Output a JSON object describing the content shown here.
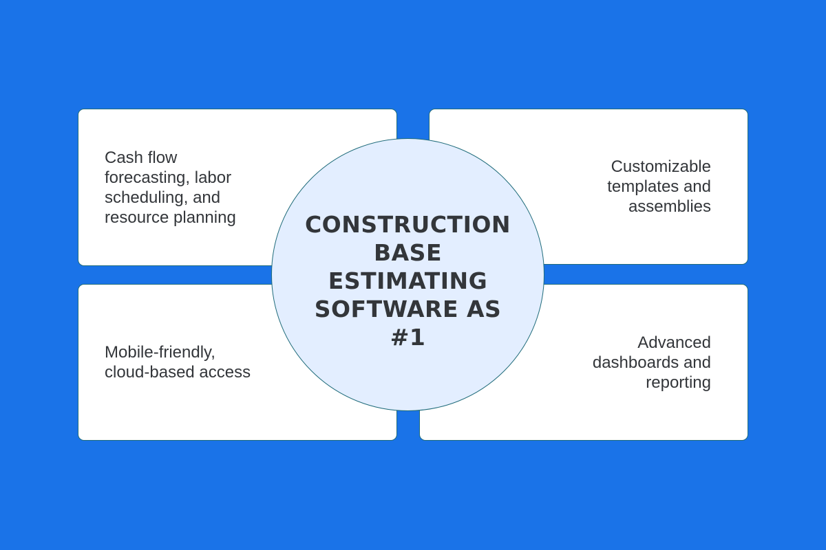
{
  "diagram": {
    "type": "hub-and-spoke",
    "background_color": "#1a73e8",
    "hub": {
      "title": "CONSTRUCTION\nBASE\nESTIMATING\nSOFTWARE AS\n#1",
      "fill_color": "#e3eeff"
    },
    "cards": [
      {
        "position": "top-left",
        "text": "Cash flow\nforecasting, labor\nscheduling, and\nresource planning"
      },
      {
        "position": "top-right",
        "text": "Customizable\ntemplates and\nassemblies "
      },
      {
        "position": "bottom-left",
        "text": "Mobile-friendly,\ncloud-based access"
      },
      {
        "position": "bottom-right",
        "text": "Advanced\ndashboards and\nreporting"
      }
    ],
    "card_fill_color": "#ffffff",
    "text_color": "#33363a"
  }
}
